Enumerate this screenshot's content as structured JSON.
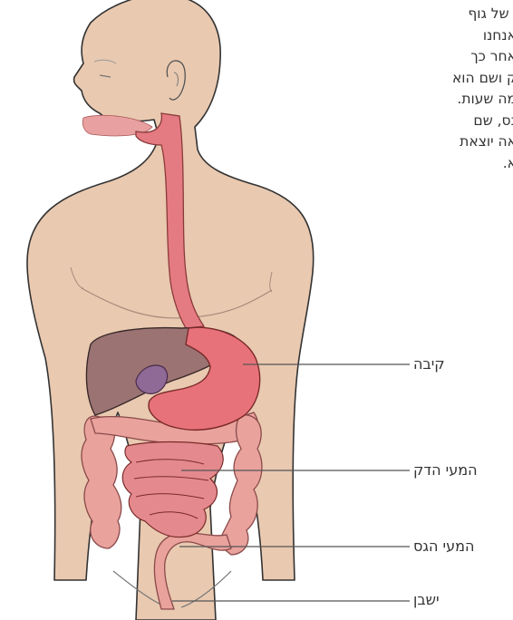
{
  "intro_lines": [
    "י של גוף",
    "אנחנו",
    "אחר כך",
    "ק ושם הוא",
    "מה שעות.",
    "גס, שם",
    "אה יוצאת",
    "א."
  ],
  "labels": {
    "stomach": "קיבה",
    "small_intestine": "המעי הדק",
    "large_intestine": "המעי הגס",
    "rectum": "ישבן"
  },
  "colors": {
    "skin": "#e9c9b0",
    "outline": "#333333",
    "liver": "#9b7373",
    "gallbladder": "#8f6a96",
    "stomach": "#e8727a",
    "esophagus": "#e57b82",
    "colon": "#e9a29c",
    "small_intestine": "#e48a8e",
    "leader_line": "#555555"
  }
}
